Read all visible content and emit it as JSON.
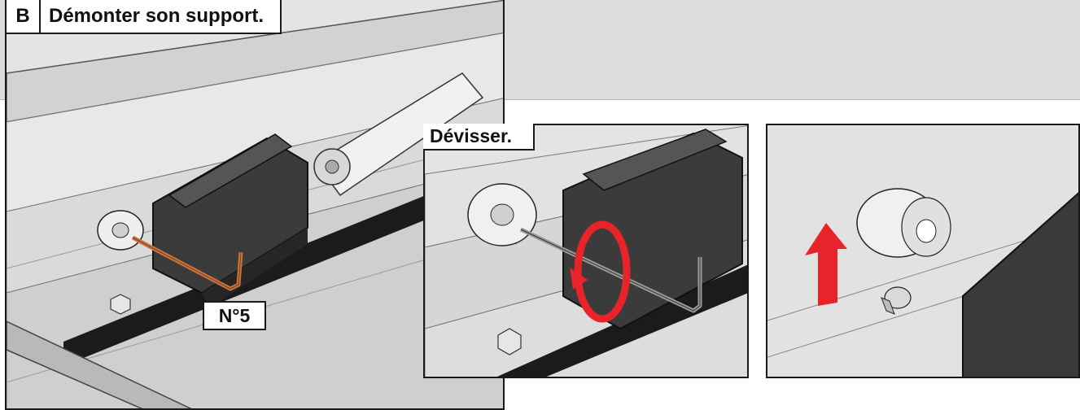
{
  "step": {
    "letter": "B",
    "title": "Démonter son support."
  },
  "callouts": {
    "unscrew": "Dévisser.",
    "tool_size": "N°5"
  },
  "colors": {
    "hex_key": "#c8753f",
    "arrow": "#e8242a",
    "outline": "#1a1a1a",
    "banner": "#dcdcdc"
  },
  "icons": {
    "rotation": "counterclockwise-arrow-icon",
    "lift": "up-arrow-icon"
  }
}
